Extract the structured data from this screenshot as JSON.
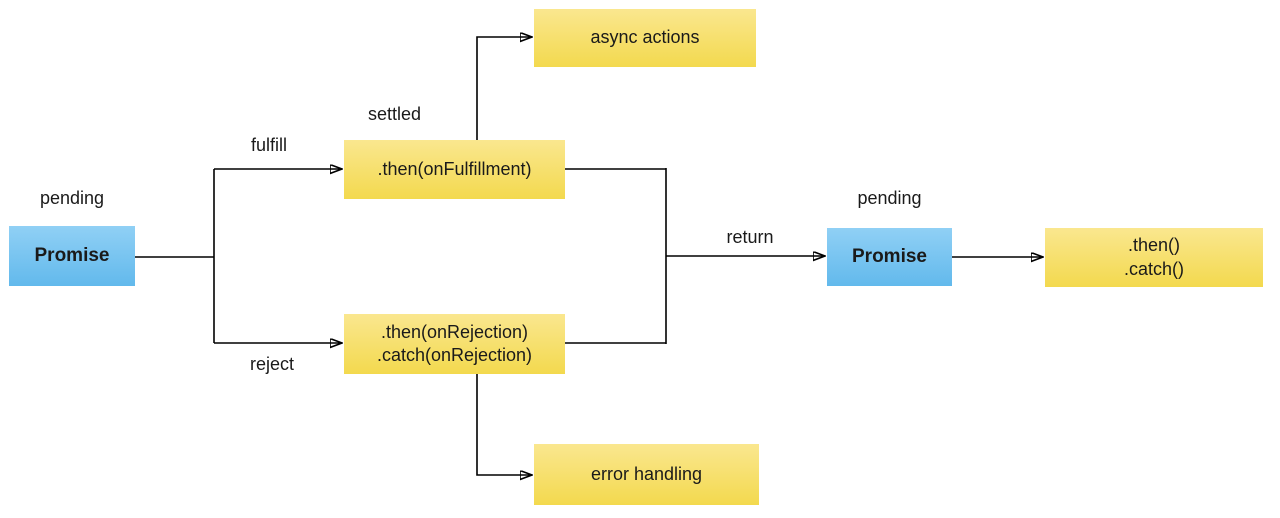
{
  "diagram": {
    "type": "flowchart",
    "topic": "JavaScript Promise lifecycle",
    "colors": {
      "promise_box_top": "#90d0f5",
      "promise_box_bottom": "#62b9ec",
      "action_box_top": "#fae78f",
      "action_box_bottom": "#f3d94e",
      "line": "#000000",
      "text": "#1a1a1a"
    },
    "nodes": {
      "promise_start": {
        "label": "Promise",
        "state": "pending"
      },
      "then_fulfillment": {
        "label": ".then(onFulfillment)",
        "state": "settled"
      },
      "then_rejection": {
        "line1": ".then(onRejection)",
        "line2": ".catch(onRejection)"
      },
      "async_actions": {
        "label": "async actions"
      },
      "error_handling": {
        "label": "error handling"
      },
      "promise_return": {
        "label": "Promise",
        "state": "pending"
      },
      "then_catch": {
        "line1": ".then()",
        "line2": ".catch()"
      }
    },
    "edge_labels": {
      "fulfill": "fulfill",
      "reject": "reject",
      "return": "return"
    }
  }
}
